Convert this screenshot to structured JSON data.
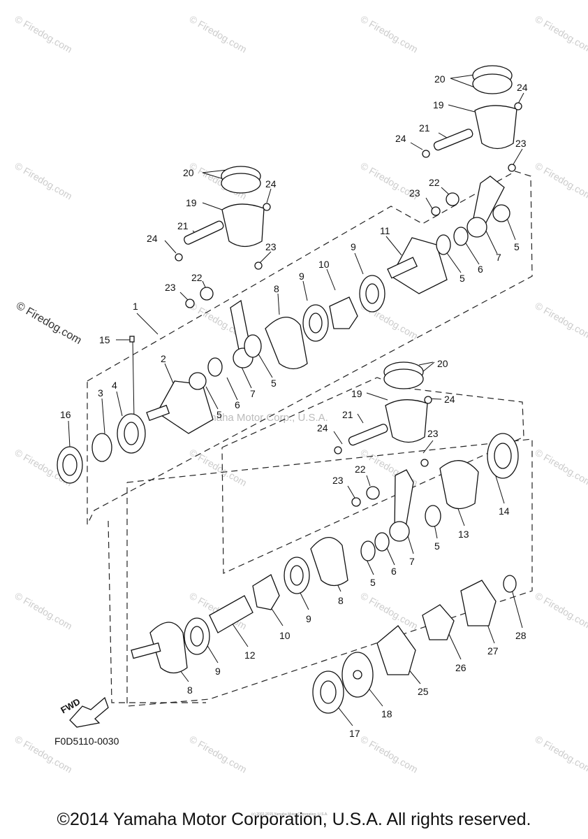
{
  "watermark": "© Firedog.com",
  "center_watermark": "Yamaha Motor Corp., U.S.A.",
  "diagram_code": "F0D5110-0030",
  "fwd_label": "FWD",
  "footer": "©2014 Yamaha Motor Corporation, U.S.A. All rights reserved.",
  "tiny_footer": "(c) 2002-2015 Yamaha Motor Corporation, U.S.A.",
  "callouts": [
    {
      "id": "c20a",
      "text": "20"
    },
    {
      "id": "c24a",
      "text": "24"
    },
    {
      "id": "c19a",
      "text": "19"
    },
    {
      "id": "c21a",
      "text": "21"
    },
    {
      "id": "c24b",
      "text": "24"
    },
    {
      "id": "c23a",
      "text": "23"
    },
    {
      "id": "c22a",
      "text": "22"
    },
    {
      "id": "c23b",
      "text": "23"
    },
    {
      "id": "c20b",
      "text": "20"
    },
    {
      "id": "c24c",
      "text": "24"
    },
    {
      "id": "c19b",
      "text": "19"
    },
    {
      "id": "c21b",
      "text": "21"
    },
    {
      "id": "c24d",
      "text": "24"
    },
    {
      "id": "c23c",
      "text": "23"
    },
    {
      "id": "c22b",
      "text": "22"
    },
    {
      "id": "c23d",
      "text": "23"
    },
    {
      "id": "c1",
      "text": "1"
    },
    {
      "id": "c15",
      "text": "15"
    },
    {
      "id": "c2",
      "text": "2"
    },
    {
      "id": "c3",
      "text": "3"
    },
    {
      "id": "c4",
      "text": "4"
    },
    {
      "id": "c16",
      "text": "16"
    },
    {
      "id": "c5a",
      "text": "5"
    },
    {
      "id": "c6a",
      "text": "6"
    },
    {
      "id": "c7a",
      "text": "7"
    },
    {
      "id": "c5b",
      "text": "5"
    },
    {
      "id": "c8a",
      "text": "8"
    },
    {
      "id": "c9a",
      "text": "9"
    },
    {
      "id": "c10a",
      "text": "10"
    },
    {
      "id": "c9b",
      "text": "9"
    },
    {
      "id": "c11",
      "text": "11"
    },
    {
      "id": "c5c",
      "text": "5"
    },
    {
      "id": "c6b",
      "text": "6"
    },
    {
      "id": "c7b",
      "text": "7"
    },
    {
      "id": "c5d",
      "text": "5"
    },
    {
      "id": "c20c",
      "text": "20"
    },
    {
      "id": "c19c",
      "text": "19"
    },
    {
      "id": "c24e",
      "text": "24"
    },
    {
      "id": "c21c",
      "text": "21"
    },
    {
      "id": "c24f",
      "text": "24"
    },
    {
      "id": "c23e",
      "text": "23"
    },
    {
      "id": "c22c",
      "text": "22"
    },
    {
      "id": "c23f",
      "text": "23"
    },
    {
      "id": "c14",
      "text": "14"
    },
    {
      "id": "c13",
      "text": "13"
    },
    {
      "id": "c5e",
      "text": "5"
    },
    {
      "id": "c7c",
      "text": "7"
    },
    {
      "id": "c6c",
      "text": "6"
    },
    {
      "id": "c5f",
      "text": "5"
    },
    {
      "id": "c8b",
      "text": "8"
    },
    {
      "id": "c9c",
      "text": "9"
    },
    {
      "id": "c10b",
      "text": "10"
    },
    {
      "id": "c12",
      "text": "12"
    },
    {
      "id": "c9d",
      "text": "9"
    },
    {
      "id": "c8c",
      "text": "8"
    },
    {
      "id": "c28",
      "text": "28"
    },
    {
      "id": "c27",
      "text": "27"
    },
    {
      "id": "c26",
      "text": "26"
    },
    {
      "id": "c25",
      "text": "25"
    },
    {
      "id": "c18",
      "text": "18"
    },
    {
      "id": "c17",
      "text": "17"
    }
  ]
}
